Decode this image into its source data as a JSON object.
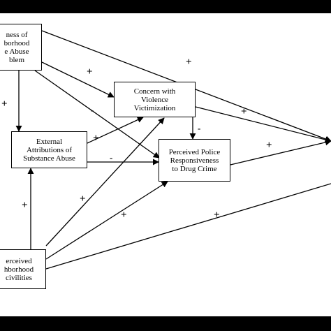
{
  "nodes": {
    "seriousness": {
      "lines": [
        "ness of",
        "borhood",
        "e Abuse",
        "blem"
      ]
    },
    "concern": {
      "lines": [
        "Concern with",
        "Violence",
        "Victimization"
      ]
    },
    "external": {
      "lines": [
        "External",
        "Attributions of",
        "Substance Abuse"
      ]
    },
    "responsiveness": {
      "lines": [
        "Perceived Police",
        "Responsiveness",
        "to Drug Crime"
      ]
    },
    "incivilities": {
      "lines": [
        "erceived",
        "hborhood",
        "civilities"
      ]
    }
  },
  "signs": {
    "seriousness_to_outcome": "+",
    "seriousness_to_concern": "+",
    "seriousness_to_external": "+",
    "seriousness_to_responsiveness": "-",
    "concern_to_outcome": "+",
    "concern_to_responsiveness": "-",
    "external_to_concern": "+",
    "external_to_responsiveness": "-",
    "responsiveness_to_outcome": "+",
    "incivilities_to_external": "+",
    "incivilities_to_concern": "+",
    "incivilities_to_responsiveness": "+",
    "incivilities_to_outcome": "+"
  },
  "colors": {
    "frame": "#000000",
    "background": "#ffffff",
    "ink": "#000000"
  }
}
